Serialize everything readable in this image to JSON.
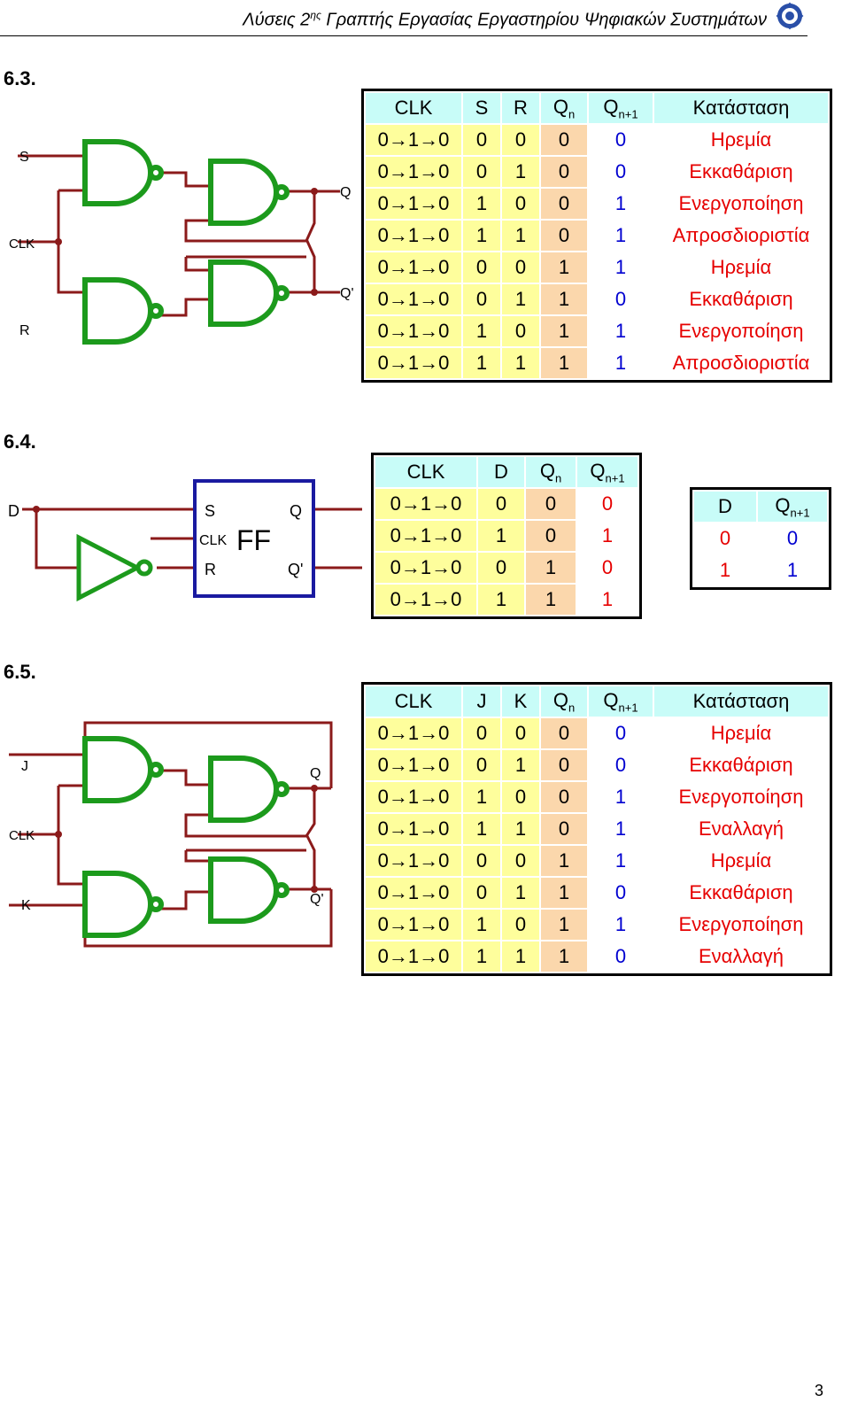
{
  "header": {
    "title_a": "Λύσεις 2",
    "title_sup": "ης",
    "title_b": " Γραπτής Εργασίας Εργαστηρίου Ψηφιακών Συστημάτων"
  },
  "sections": {
    "s63": "6.3.",
    "s64": "6.4.",
    "s65": "6.5."
  },
  "circuit_sr": {
    "s": "S",
    "r": "R",
    "clk": "CLK",
    "q": "Q",
    "qn": "Q'"
  },
  "circuit_d": {
    "d": "D",
    "s": "S",
    "clk": "CLK",
    "r": "R",
    "q": "Q",
    "qn": "Q'",
    "ff": "FF"
  },
  "circuit_jk": {
    "j": "J",
    "k": "K",
    "clk": "CLK",
    "q": "Q",
    "qn": "Q'"
  },
  "table_sr": {
    "headers": {
      "clk": "CLK",
      "s": "S",
      "r": "R",
      "qn": "Q",
      "qn_sub": "n",
      "qn1": "Q",
      "qn1_sub": "n+1",
      "state": "Κατάσταση"
    },
    "rows": [
      {
        "clk": "0→1→0",
        "s": "0",
        "r": "0",
        "qn": "0",
        "qn1": "0",
        "state": "Ηρεμία"
      },
      {
        "clk": "0→1→0",
        "s": "0",
        "r": "1",
        "qn": "0",
        "qn1": "0",
        "state": "Εκκαθάριση"
      },
      {
        "clk": "0→1→0",
        "s": "1",
        "r": "0",
        "qn": "0",
        "qn1": "1",
        "state": "Ενεργοποίηση"
      },
      {
        "clk": "0→1→0",
        "s": "1",
        "r": "1",
        "qn": "0",
        "qn1": "1",
        "state": "Απροσδιοριστία"
      },
      {
        "clk": "0→1→0",
        "s": "0",
        "r": "0",
        "qn": "1",
        "qn1": "1",
        "state": "Ηρεμία"
      },
      {
        "clk": "0→1→0",
        "s": "0",
        "r": "1",
        "qn": "1",
        "qn1": "0",
        "state": "Εκκαθάριση"
      },
      {
        "clk": "0→1→0",
        "s": "1",
        "r": "0",
        "qn": "1",
        "qn1": "1",
        "state": "Ενεργοποίηση"
      },
      {
        "clk": "0→1→0",
        "s": "1",
        "r": "1",
        "qn": "1",
        "qn1": "1",
        "state": "Απροσδιοριστία"
      }
    ]
  },
  "table_d": {
    "headers": {
      "clk": "CLK",
      "d": "D",
      "qn": "Q",
      "qn_sub": "n",
      "qn1": "Q",
      "qn1_sub": "n+1"
    },
    "rows": [
      {
        "clk": "0→1→0",
        "d": "0",
        "qn": "0",
        "qn1": "0"
      },
      {
        "clk": "0→1→0",
        "d": "1",
        "qn": "0",
        "qn1": "1"
      },
      {
        "clk": "0→1→0",
        "d": "0",
        "qn": "1",
        "qn1": "0"
      },
      {
        "clk": "0→1→0",
        "d": "1",
        "qn": "1",
        "qn1": "1"
      }
    ]
  },
  "table_d_summary": {
    "headers": {
      "d": "D",
      "qn1": "Q",
      "qn1_sub": "n+1"
    },
    "rows": [
      {
        "d": "0",
        "qn1": "0"
      },
      {
        "d": "1",
        "qn1": "1"
      }
    ]
  },
  "table_jk": {
    "headers": {
      "clk": "CLK",
      "j": "J",
      "k": "K",
      "qn": "Q",
      "qn_sub": "n",
      "qn1": "Q",
      "qn1_sub": "n+1",
      "state": "Κατάσταση"
    },
    "rows": [
      {
        "clk": "0→1→0",
        "j": "0",
        "k": "0",
        "qn": "0",
        "qn1": "0",
        "state": "Ηρεμία"
      },
      {
        "clk": "0→1→0",
        "j": "0",
        "k": "1",
        "qn": "0",
        "qn1": "0",
        "state": "Εκκαθάριση"
      },
      {
        "clk": "0→1→0",
        "j": "1",
        "k": "0",
        "qn": "0",
        "qn1": "1",
        "state": "Ενεργοποίηση"
      },
      {
        "clk": "0→1→0",
        "j": "1",
        "k": "1",
        "qn": "0",
        "qn1": "1",
        "state": "Εναλλαγή"
      },
      {
        "clk": "0→1→0",
        "j": "0",
        "k": "0",
        "qn": "1",
        "qn1": "1",
        "state": "Ηρεμία"
      },
      {
        "clk": "0→1→0",
        "j": "0",
        "k": "1",
        "qn": "1",
        "qn1": "0",
        "state": "Εκκαθάριση"
      },
      {
        "clk": "0→1→0",
        "j": "1",
        "k": "0",
        "qn": "1",
        "qn1": "1",
        "state": "Ενεργοποίηση"
      },
      {
        "clk": "0→1→0",
        "j": "1",
        "k": "1",
        "qn": "1",
        "qn1": "0",
        "state": "Εναλλαγή"
      }
    ]
  },
  "page_number": "3",
  "colors": {
    "gate": "#1c9a1c",
    "wire": "#8b1a1a",
    "ff_box": "#1a1aa0",
    "value_blue": "#0000d0",
    "state_red": "#e60000"
  }
}
